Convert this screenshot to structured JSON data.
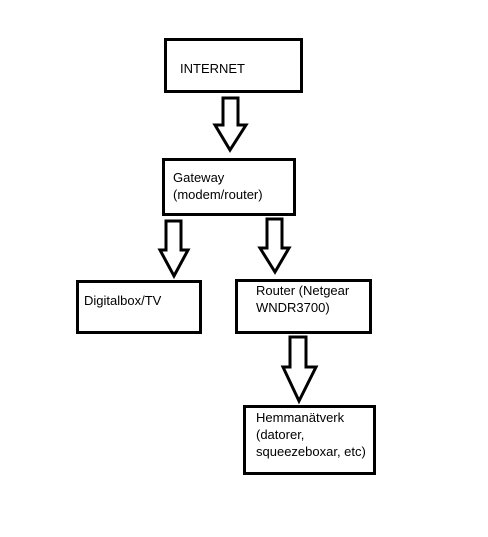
{
  "diagram": {
    "nodes": {
      "internet": {
        "label": "INTERNET"
      },
      "gateway": {
        "label": "Gateway\n(modem/router)"
      },
      "digitalbox": {
        "label": "Digitalbox/TV"
      },
      "router": {
        "label": "Router (Netgear\nWNDR3700)"
      },
      "home_network": {
        "label": "Hemmanätverk\n(datorer,\nsqueezeboxar, etc)"
      }
    },
    "edges": [
      {
        "from": "internet",
        "to": "gateway"
      },
      {
        "from": "gateway",
        "to": "digitalbox"
      },
      {
        "from": "gateway",
        "to": "router"
      },
      {
        "from": "router",
        "to": "home_network"
      }
    ],
    "colors": {
      "stroke": "#000000",
      "fill": "#ffffff",
      "background": "#ffffff"
    }
  }
}
